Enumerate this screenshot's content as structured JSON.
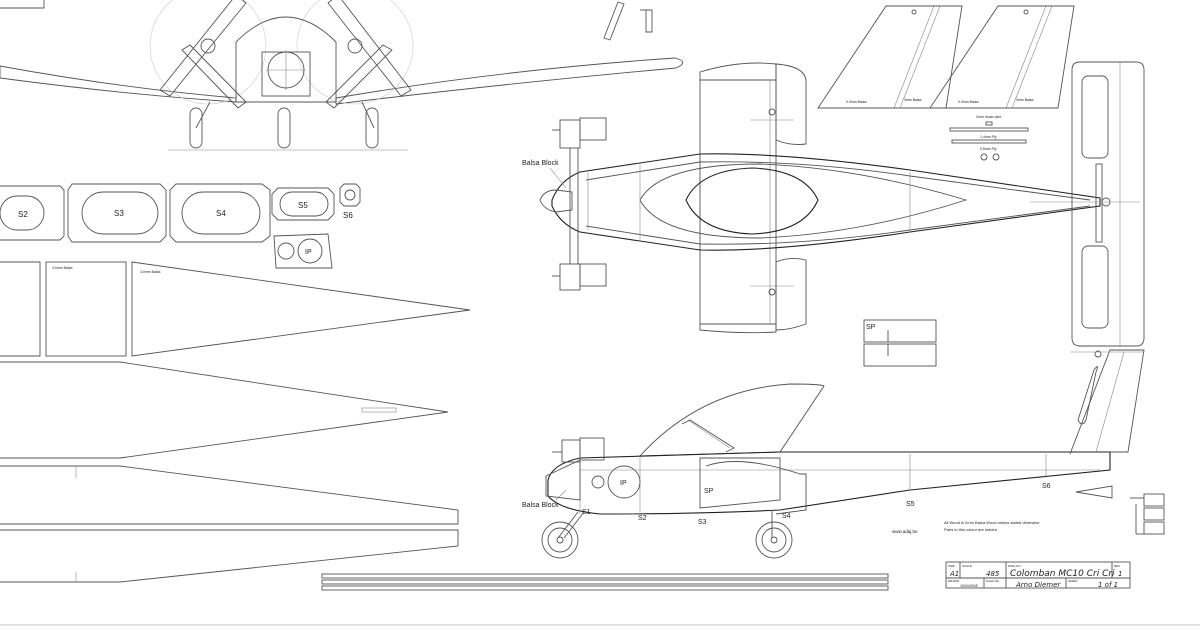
{
  "parts": {
    "s2": "S2",
    "s3": "S3",
    "s4": "S4",
    "s5": "S5",
    "s6": "S6",
    "ip": "IP",
    "sp": "SP"
  },
  "material_notes": {
    "balsa_3mm_a": "3.0mm Balsa",
    "balsa_3mm_b": "3.0mm Balsa",
    "fin_balsa_a": "0.3mm Balsa",
    "fin_balsa_b": "3mm Balsa",
    "fin_balsa_c": "0.3mm Balsa",
    "fin_balsa_d": "3mm Balsa",
    "piano_wire": "2mm music wire",
    "wire_1": "1.4mm Ply",
    "wire_2": "0.5mm Ply"
  },
  "top_view": {
    "balsa_block": "Balsa Block"
  },
  "side_view": {
    "balsa_block": "Balsa Block",
    "ip": "IP",
    "sp": "SP",
    "stations": [
      "S1",
      "S2",
      "S3",
      "S4",
      "S5",
      "S6"
    ],
    "website": "www.adaj.be",
    "note_line1": "All Wood is 2mm Balsa Wood unless stated otherwise",
    "note_line2": "Parts in this colour are hidden"
  },
  "title_block": {
    "size_label": "SIZE",
    "size_value": "A1",
    "scale_label": "SCALE",
    "scale_value": "485",
    "dwg_label": "DWG NO",
    "title": "Colomban MC10 Cri Cri",
    "rev_label": "REV",
    "rev_value": "1",
    "drawn_label": "DRAWN",
    "date": "15/04/2008",
    "drawn_by_label": "Drawn By",
    "author": "Arno Diemer",
    "sheet_label": "SHEET",
    "sheet_value": "1 of 1"
  },
  "colors": {
    "line": "#555555",
    "paper": "#ffffff"
  }
}
